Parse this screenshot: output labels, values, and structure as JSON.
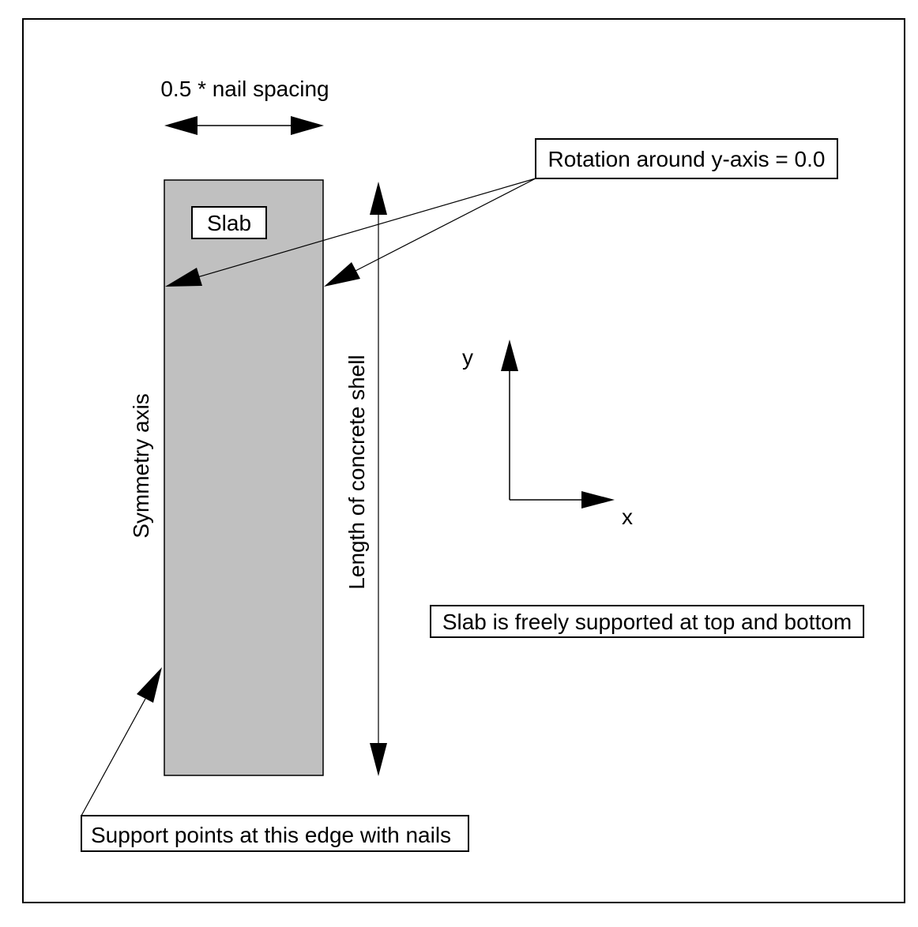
{
  "diagram": {
    "labels": {
      "nail_spacing": "0.5 * nail spacing",
      "slab": "Slab",
      "rotation_constraint": "Rotation around y-axis = 0.0",
      "symmetry_axis": "Symmetry axis",
      "shell_length": "Length of concrete shell",
      "axis_y": "y",
      "axis_x": "x",
      "support_condition": "Slab is freely supported at top and bottom",
      "nail_support": "Support points at this edge with nails"
    },
    "colors": {
      "slab_fill": "#c0c0c0",
      "line": "#000000",
      "background": "#ffffff"
    }
  }
}
